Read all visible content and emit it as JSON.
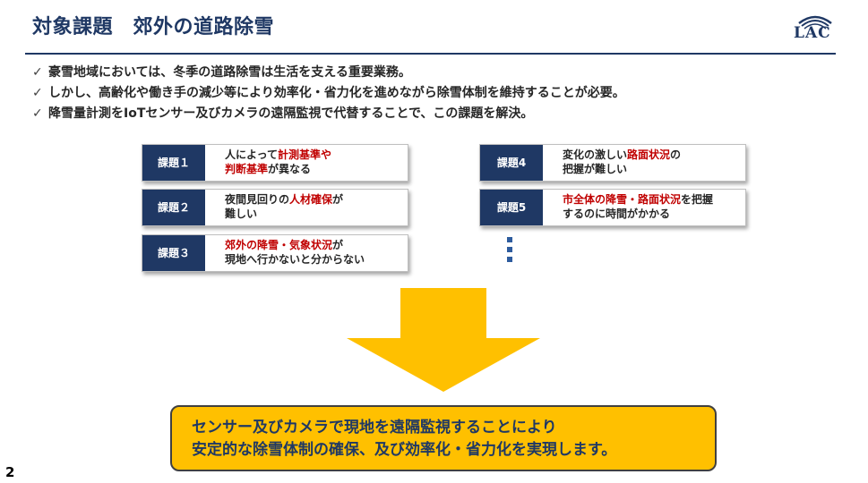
{
  "header": {
    "title": "対象課題　郊外の道路除雪",
    "logo_text": "LAC"
  },
  "bullets": [
    "豪雪地域においては、冬季の道路除雪は生活を支える重要業務。",
    "しかし、高齢化や働き手の減少等により効率化・省力化を進めながら除雪体制を維持することが必要。",
    "降雪量計測をIoTセンサー及びカメラの遠隔監視で代替することで、この課題を解決。"
  ],
  "bullet_icon": "check-icon",
  "issues": [
    {
      "tag": "課題１",
      "line1": [
        "人によって",
        "計測基準や"
      ],
      "line2": [
        "判断基準",
        "が異なる"
      ]
    },
    {
      "tag": "課題２",
      "line1": [
        "夜間見回りの",
        "人材確保",
        "が"
      ],
      "line2": [
        "難しい"
      ]
    },
    {
      "tag": "課題３",
      "line1": [
        "郊外の降雪・気象状況",
        "が"
      ],
      "line2": [
        "現地へ行かないと分からない"
      ]
    },
    {
      "tag": "課題4",
      "line1": [
        "変化の激しい",
        "路面状況",
        "の"
      ],
      "line2": [
        "把握が難しい"
      ]
    },
    {
      "tag": "課題5",
      "line1": [
        "市全体の降雪・路面状況",
        "を把握"
      ],
      "line2": [
        "するのに時間がかかる"
      ]
    }
  ],
  "result": {
    "line1": "センサー及びカメラで現地を遠隔監視することにより",
    "line2": "安定的な除雪体制の確保、及び効率化・省力化を実現します。"
  },
  "page_number": "2",
  "colors": {
    "navy": "#1f3864",
    "accent_red": "#c00000",
    "arrow": "#ffc000",
    "result_bg": "#ffc000"
  }
}
